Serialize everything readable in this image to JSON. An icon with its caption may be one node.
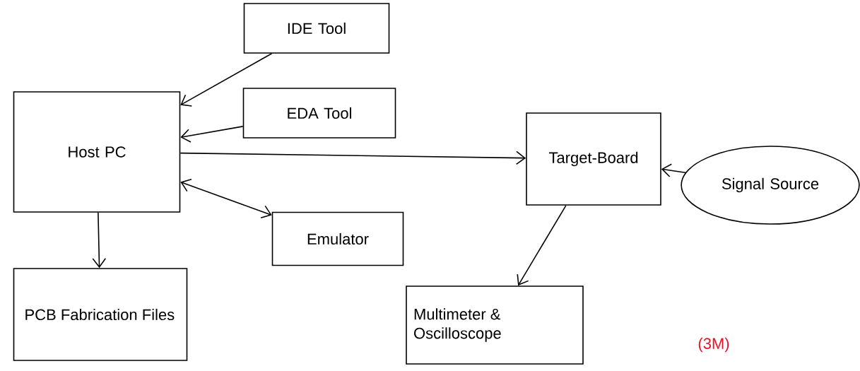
{
  "diagram": {
    "nodes": [
      {
        "text": [
          "Host PC"
        ]
      },
      {
        "text": [
          "IDE Tool"
        ]
      },
      {
        "text": [
          "EDA Tool"
        ]
      },
      {
        "text": [
          "Target-Board"
        ]
      },
      {
        "text": [
          "Signal Source"
        ]
      },
      {
        "text": [
          "Emulator"
        ]
      },
      {
        "text": [
          "PCB Fabrication Files"
        ]
      },
      {
        "text": [
          "Multimeter & Oscilloscope"
        ]
      }
    ],
    "edges": [
      {
        "from": 1,
        "to": 0,
        "arrow": "to"
      },
      {
        "from": 2,
        "to": 0,
        "arrow": "to"
      },
      {
        "from": 0,
        "to": 3,
        "arrow": "to"
      },
      {
        "from": 4,
        "to": 3,
        "arrow": "to"
      },
      {
        "from": 0,
        "to": 5,
        "arrow": "both"
      },
      {
        "from": 0,
        "to": 6,
        "arrow": "to"
      },
      {
        "from": 3,
        "to": 7,
        "arrow": "to"
      }
    ],
    "labels": [
      "(3M)"
    ]
  }
}
